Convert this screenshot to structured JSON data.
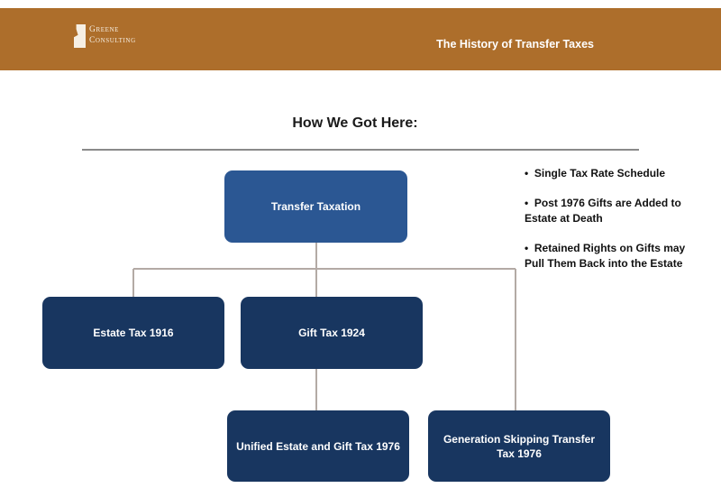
{
  "header": {
    "logo_line1": "Greene",
    "logo_line2": "Consulting",
    "title": "The History of Transfer Taxes",
    "background_color": "#ad6e2b"
  },
  "section_title": "How We Got Here:",
  "diagram": {
    "root": "Transfer Taxation",
    "estate_tax": "Estate Tax 1916",
    "gift_tax": "Gift Tax 1924",
    "unified_tax": "Unified Estate and Gift Tax 1976",
    "gst_tax": "Generation Skipping Transfer Tax 1976",
    "root_color": "#2b5793",
    "node_color": "#183660",
    "connector_color": "#b3aaa5"
  },
  "bullets": [
    "Single Tax Rate Schedule",
    "Post 1976 Gifts are Added to Estate at Death",
    "Retained Rights on Gifts may Pull Them Back into the Estate"
  ]
}
